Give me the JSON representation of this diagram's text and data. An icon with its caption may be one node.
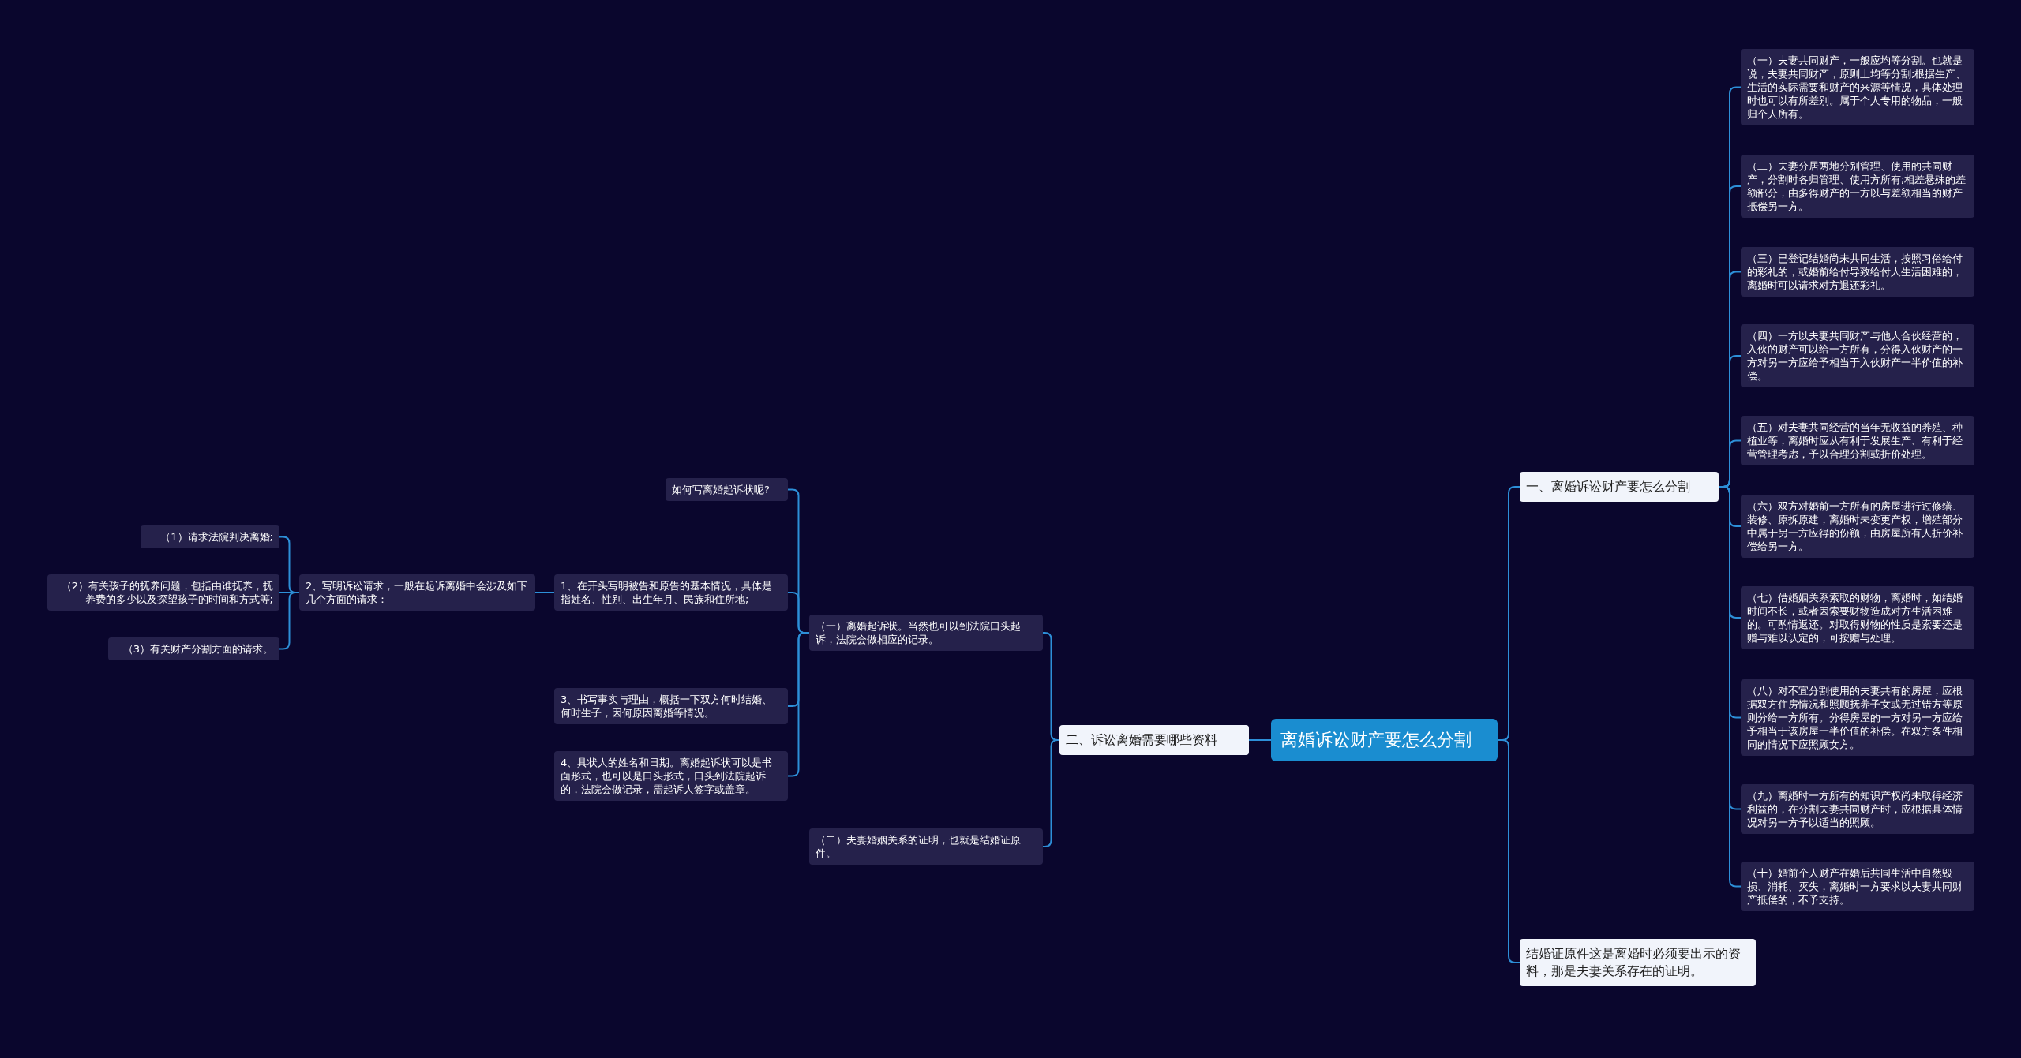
{
  "diagram": {
    "nodes": [
      {
        "text": [
          "离婚诉讼财产要怎么分割"
        ]
      },
      {
        "text": [
          "一、离婚诉讼财产要怎么分割"
        ]
      },
      {
        "text": [
          "（一）夫妻共同财产，一般应均等分割。也就是说，夫妻共同财产，原则上均等分割;根据生产、生活的实际需要和财产的来源等情况，具体处理时也可以有所差别。属于个人专用的物品，一般归个人所有。"
        ]
      },
      {
        "text": [
          "（二）夫妻分居两地分别管理、使用的共同财产，分割时各归管理、使用方所有;相差悬殊的差额部分，由多得财产的一方以与差额相当的财产抵偿另一方。"
        ]
      },
      {
        "text": [
          "（三）已登记结婚尚未共同生活，按照习俗给付的彩礼的，或婚前给付导致给付人生活困难的，离婚时可以请求对方退还彩礼。"
        ]
      },
      {
        "text": [
          "（四）一方以夫妻共同财产与他人合伙经营的，入伙的财产可以给一方所有，分得入伙财产的一方对另一方应给予相当于入伙财产一半价值的补偿。"
        ]
      },
      {
        "text": [
          "（五）对夫妻共同经营的当年无收益的养殖、种植业等，离婚时应从有利于发展生产、有利于经营管理考虑，予以合理分割或折价处理。"
        ]
      },
      {
        "text": [
          "（六）双方对婚前一方所有的房屋进行过修缮、装修、原拆原建，离婚时未变更产权，增殖部分中属于另一方应得的份额，由房屋所有人折价补偿给另一方。"
        ]
      },
      {
        "text": [
          "（七）借婚姻关系索取的财物，离婚时，如结婚时间不长，或者因索要财物造成对方生活困难的。可酌情返还。对取得财物的性质是索要还是赠与难以认定的，可按赠与处理。"
        ]
      },
      {
        "text": [
          "（八）对不宜分割使用的夫妻共有的房屋，应根据双方住房情况和照顾抚养子女或无过错方等原则分给一方所有。分得房屋的一方对另一方应给予相当于该房屋一半价值的补偿。在双方条件相同的情况下应照顾女方。"
        ]
      },
      {
        "text": [
          "（九）离婚时一方所有的知识产权尚未取得经济利益的，在分割夫妻共同财产时，应根据具体情况对另一方予以适当的照顾。"
        ]
      },
      {
        "text": [
          "（十）婚前个人财产在婚后共同生活中自然毁损、消耗、灭失，离婚时一方要求以夫妻共同财产抵偿的，不予支持。"
        ]
      },
      {
        "text": [
          "结婚证原件这是离婚时必须要出示的资料，那是夫妻关系存在的证明。"
        ]
      },
      {
        "text": [
          "二、诉讼离婚需要哪些资料"
        ]
      },
      {
        "text": [
          "（一）离婚起诉状。当然也可以到法院口头起诉，法院会做相应的记录。"
        ]
      },
      {
        "text": [
          "如何写离婚起诉状呢?"
        ]
      },
      {
        "text": [
          "1、在开头写明被告和原告的基本情况，具体是指姓名、性别、出生年月、民族和住所地;"
        ]
      },
      {
        "text": [
          "2、写明诉讼请求，一般在起诉离婚中会涉及如下几个方面的请求："
        ]
      },
      {
        "text": [
          "（1）请求法院判决离婚;"
        ]
      },
      {
        "text": [
          "（2）有关孩子的抚养问题，包括由谁抚养，抚养费的多少以及探望孩子的时间和方式等;"
        ]
      },
      {
        "text": [
          "（3）有关财产分割方面的请求。"
        ]
      },
      {
        "text": [
          "3、书写事实与理由，概括一下双方何时结婚、何时生子，因何原因离婚等情况。"
        ]
      },
      {
        "text": [
          "4、具状人的姓名和日期。离婚起诉状可以是书面形式，也可以是口头形式，口头到法院起诉的，法院会做记录，需起诉人签字或盖章。"
        ]
      },
      {
        "text": [
          "（二）夫妻婚姻关系的证明，也就是结婚证原件。"
        ]
      }
    ],
    "edges": [
      {
        "from": 0,
        "to": 1,
        "arrow": "none"
      },
      {
        "from": 1,
        "to": 2,
        "arrow": "none"
      },
      {
        "from": 1,
        "to": 3,
        "arrow": "none"
      },
      {
        "from": 1,
        "to": 4,
        "arrow": "none"
      },
      {
        "from": 1,
        "to": 5,
        "arrow": "none"
      },
      {
        "from": 1,
        "to": 6,
        "arrow": "none"
      },
      {
        "from": 1,
        "to": 7,
        "arrow": "none"
      },
      {
        "from": 1,
        "to": 8,
        "arrow": "none"
      },
      {
        "from": 1,
        "to": 9,
        "arrow": "none"
      },
      {
        "from": 1,
        "to": 10,
        "arrow": "none"
      },
      {
        "from": 1,
        "to": 11,
        "arrow": "none"
      },
      {
        "from": 0,
        "to": 12,
        "arrow": "none"
      },
      {
        "from": 0,
        "to": 13,
        "arrow": "none"
      },
      {
        "from": 13,
        "to": 14,
        "arrow": "none"
      },
      {
        "from": 14,
        "to": 15,
        "arrow": "none"
      },
      {
        "from": 14,
        "to": 16,
        "arrow": "none"
      },
      {
        "from": 16,
        "to": 17,
        "arrow": "none"
      },
      {
        "from": 17,
        "to": 18,
        "arrow": "none"
      },
      {
        "from": 17,
        "to": 19,
        "arrow": "none"
      },
      {
        "from": 17,
        "to": 20,
        "arrow": "none"
      },
      {
        "from": 14,
        "to": 21,
        "arrow": "none"
      },
      {
        "from": 14,
        "to": 22,
        "arrow": "none"
      },
      {
        "from": 13,
        "to": 23,
        "arrow": "none"
      }
    ]
  }
}
